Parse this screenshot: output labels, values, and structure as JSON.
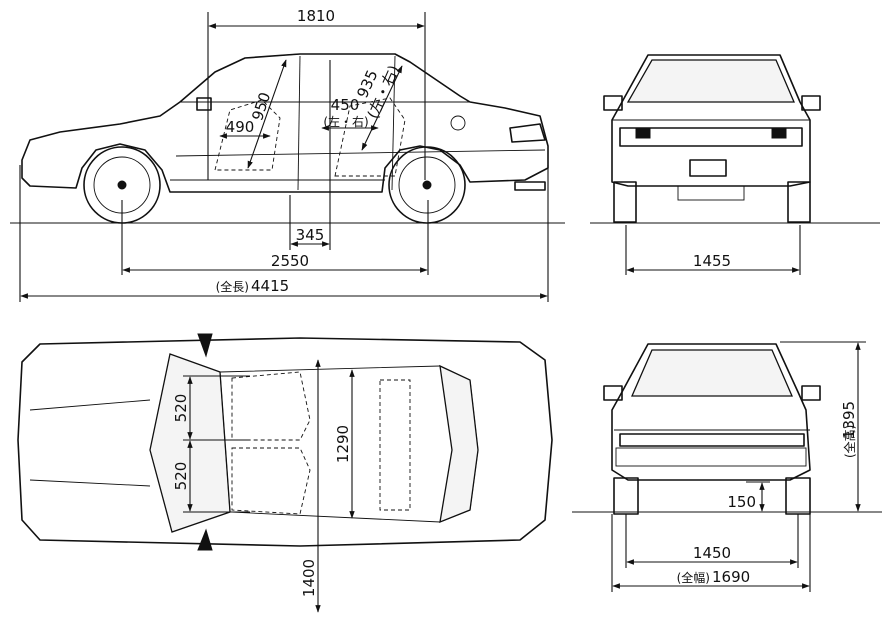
{
  "dimensions": {
    "side_overall_top": "1810",
    "pillar_950": "950",
    "diag_935": "935",
    "diag_left_right_1": "(左・右)",
    "seat_490": "490",
    "seat_450": "450",
    "paren_left_right_2": "(左・右)",
    "floor_345": "345",
    "wheelbase": "2550",
    "overall_length_prefix": "(全長)",
    "overall_length": "4415",
    "rear_track": "1455",
    "seat_width_upper": "520",
    "seat_width_lower": "520",
    "interior_width": "1290",
    "interior_length": "1400",
    "front_track": "1450",
    "ground_clearance": "150",
    "overall_width_prefix": "(全幅)",
    "overall_width": "1690",
    "overall_height_prefix": "(全高)",
    "overall_height": "1395"
  }
}
